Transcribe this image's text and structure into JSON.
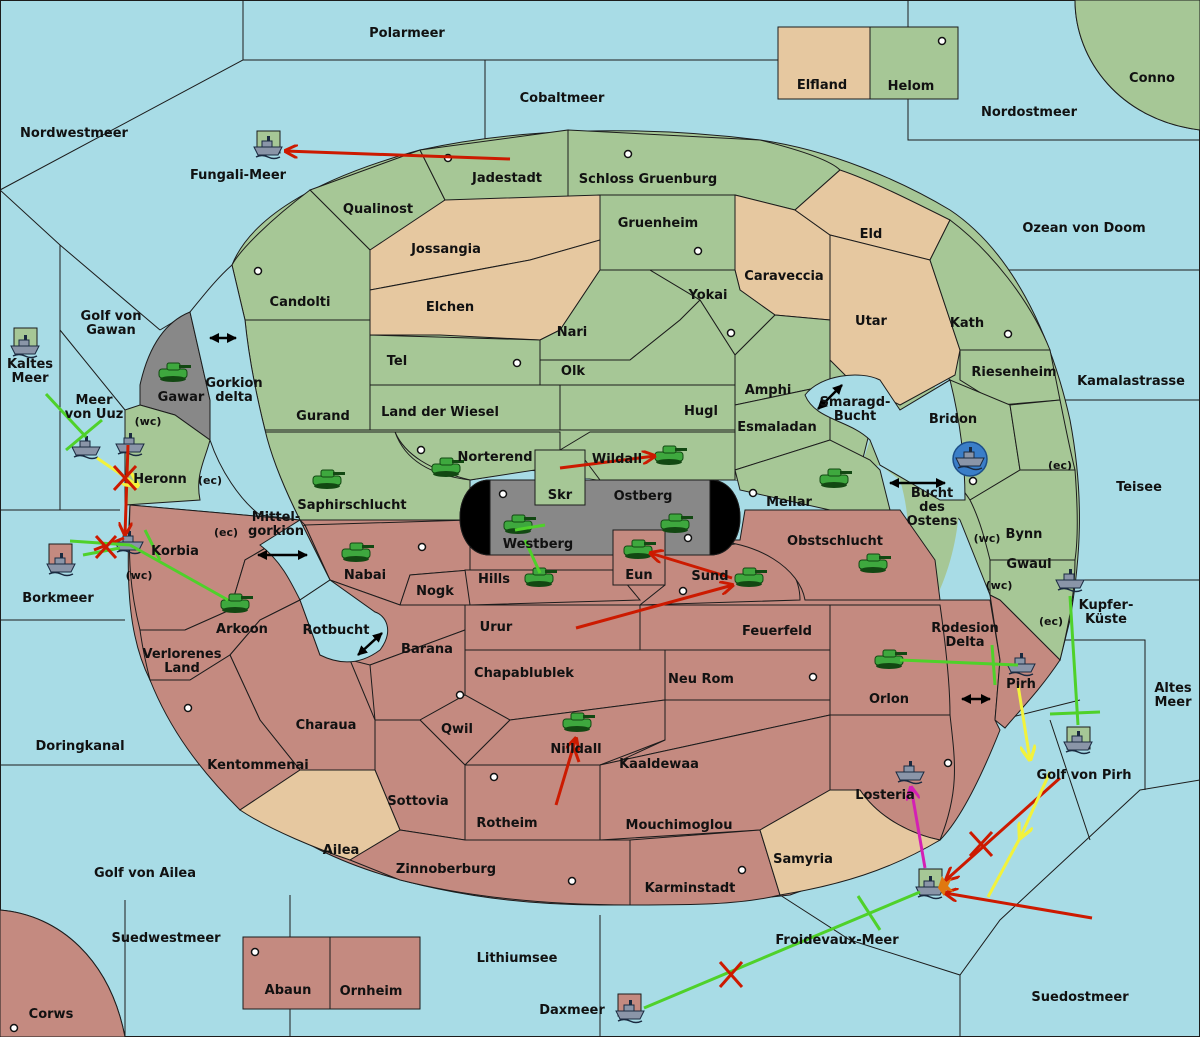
{
  "colors": {
    "sea": "#a8dce6",
    "green": "#a6c796",
    "red": "#c48a80",
    "tan": "#e6c8a0",
    "gray": "#888888",
    "border": "#1c1c1c",
    "army_green": "#3ea83e",
    "order_red": "#cc1a00",
    "order_green": "#4fd12a",
    "order_yellow": "#f2f23c",
    "order_magenta": "#d420b4",
    "supply_center_blue": "#3a7ec8"
  },
  "labels": {
    "polarmeer": "Polarmeer",
    "elfland": "Elfland",
    "helom": "Helom",
    "conno": "Conno",
    "cobaltmeer": "Cobaltmeer",
    "nordostmeer": "Nordostmeer",
    "nordwestmeer": "Nordwestmeer",
    "fungali": "Fungali-Meer",
    "jadestadt": "Jadestadt",
    "schloss": "Schloss Gruenburg",
    "qualinost": "Qualinost",
    "grueneheim": "Gruenheim",
    "eld": "Eld",
    "ozean": "Ozean von Doom",
    "jossangia": "Jossangia",
    "caraveccia": "Caraveccia",
    "candolti": "Candolti",
    "elchen": "Elchen",
    "yokai": "Yokai",
    "utar": "Utar",
    "kath": "Kath",
    "golf_gawan": "Golf von\nGawan",
    "nari": "Nari",
    "kaltes": "Kaltes\nMeer",
    "tel": "Tel",
    "olk": "Olk",
    "riesenheim": "Riesenheim",
    "kamalastrasse": "Kamalastrasse",
    "gorkion_delta": "Gorkion\ndelta",
    "amphi": "Amphi",
    "gawar": "Gawar",
    "meer_uuz": "Meer\nvon Uuz",
    "gurand": "Gurand",
    "land_wiesel": "Land der Wiesel",
    "hugl": "Hugl",
    "smaragd": "Smaragd-\nBucht",
    "bridon": "Bridon",
    "esmaladan": "Esmaladan",
    "wc_gawar": "(wc)",
    "norterend": "Norterend",
    "wildall": "Wildall",
    "ec_kath": "(ec)",
    "heronn": "Heronn",
    "ec_heronn": "(ec)",
    "skr": "Skr",
    "ostberg": "Ostberg",
    "teisee": "Teisee",
    "saphirschlucht": "Saphirschlucht",
    "mellar": "Mellar",
    "bucht_ostens": "Bucht\ndes\nOstens",
    "mittelgorkion": "Mittel-\ngorkion",
    "ec_korbia": "(ec)",
    "westberg": "Westberg",
    "bynn": "Bynn",
    "wc_bynn": "(wc)",
    "korbia": "Korbia",
    "obstschlucht": "Obstschlucht",
    "gwaul": "Gwaul",
    "nabai": "Nabai",
    "hills": "Hills",
    "eun": "Eun",
    "sund": "Sund",
    "wc_gwaul": "(wc)",
    "borkmeer": "Borkmeer",
    "wc_korbia": "(wc)",
    "nogk": "Nogk",
    "kupferkueste": "Kupfer-\nKüste",
    "arkoon": "Arkoon",
    "rotbucht": "Rotbucht",
    "urur": "Urur",
    "feuerfeld": "Feuerfeld",
    "ec_gwaul": "(ec)",
    "rodesion": "Rodesion\nDelta",
    "barana": "Barana",
    "verlorenes": "Verlorenes\nLand",
    "chapablublek": "Chapablublek",
    "neu_rom": "Neu Rom",
    "pirh": "Pirh",
    "altes": "Altes\nMeer",
    "orlon": "Orlon",
    "charaua": "Charaua",
    "qwil": "Qwil",
    "doringkanal": "Doringkanal",
    "nilldall": "Nilldall",
    "kentommenai": "Kentommenai",
    "kaaldewaa": "Kaaldewaa",
    "golf_pirh": "Golf von Pirh",
    "sottovia": "Sottovia",
    "losteria": "Losteria",
    "rotheim": "Rotheim",
    "mouchimoglou": "Mouchimoglou",
    "ailea": "Ailea",
    "samyria": "Samyria",
    "zinnoberburg": "Zinnoberburg",
    "golf_ailea": "Golf von Ailea",
    "karminstadt": "Karminstadt",
    "suedwestmeer": "Suedwestmeer",
    "froidevaux": "Froidevaux-Meer",
    "lithiumsee": "Lithiumsee",
    "suedostmeer": "Suedostmeer",
    "abaun": "Abaun",
    "ornheim": "Ornheim",
    "daxmeer": "Daxmeer",
    "corws": "Corws"
  }
}
